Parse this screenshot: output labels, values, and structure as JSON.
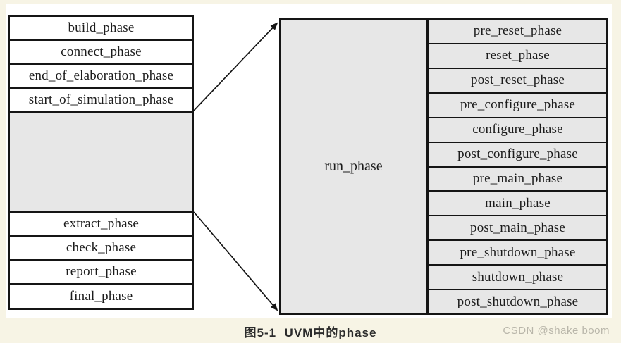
{
  "figure": {
    "caption": "图5-1  UVM中的phase",
    "watermark": "CSDN @shake boom"
  },
  "diagram": {
    "left_column": {
      "top_phases": [
        "build_phase",
        "connect_phase",
        "end_of_elaboration_phase",
        "start_of_simulation_phase"
      ],
      "bottom_phases": [
        "extract_phase",
        "check_phase",
        "report_phase",
        "final_phase"
      ]
    },
    "center_box": {
      "label": "run_phase"
    },
    "right_column": {
      "phases": [
        "pre_reset_phase",
        "reset_phase",
        "post_reset_phase",
        "pre_configure_phase",
        "configure_phase",
        "post_configure_phase",
        "pre_main_phase",
        "main_phase",
        "post_main_phase",
        "pre_shutdown_phase",
        "shutdown_phase",
        "post_shutdown_phase"
      ]
    },
    "colors": {
      "page_background": "#f7f4e5",
      "canvas_background": "#ffffff",
      "gray_fill": "#e7e7e7",
      "border": "#151515",
      "caption_text": "#2b2b2b",
      "watermark_text": "#b9b6aa"
    }
  }
}
